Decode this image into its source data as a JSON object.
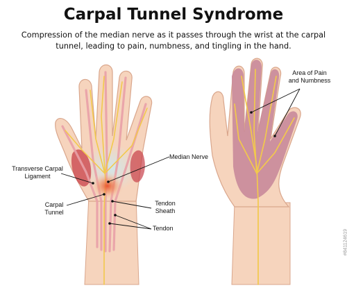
{
  "title": "Carpal Tunnel Syndrome",
  "subtitle": "Compression of the median nerve as it passes through the wrist at the carpal tunnel, leading to pain, numbness, and tingling in the hand.",
  "labels": {
    "transverse_carpal_ligament": "Transverse Carpal Ligament",
    "median_nerve": "Median Nerve",
    "carpal_tunnel": "Carpal Tunnel",
    "tendon_sheath": "Tendon Sheath",
    "tendon": "Tendon",
    "area_of_pain": "Area of Pain and Numbness"
  },
  "stock_id": "#841124619",
  "colors": {
    "skin": "#f6d4bd",
    "skin_outline": "#d9a68c",
    "nerve": "#f2c94c",
    "tendon": "#e9a1a8",
    "pain_area": "#c98a9a",
    "inflammation": "#e8502a",
    "muscle": "#c8404a"
  }
}
